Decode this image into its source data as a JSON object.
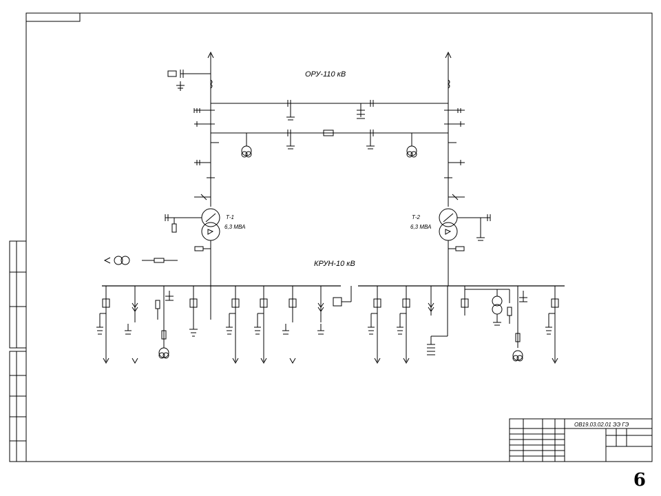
{
  "labels": {
    "ofu": "ОРУ-110 кВ",
    "kru": "КРУН-10 кВ",
    "t1_name": "Т-1",
    "t1_power": "6,3 МВА",
    "t2_name": "Т-2",
    "t2_power": "6,3 МВА"
  },
  "page_number": "6",
  "title_block": {
    "doc_code": "ОВ19.03.02.01 ЭЭ ГЭ"
  }
}
